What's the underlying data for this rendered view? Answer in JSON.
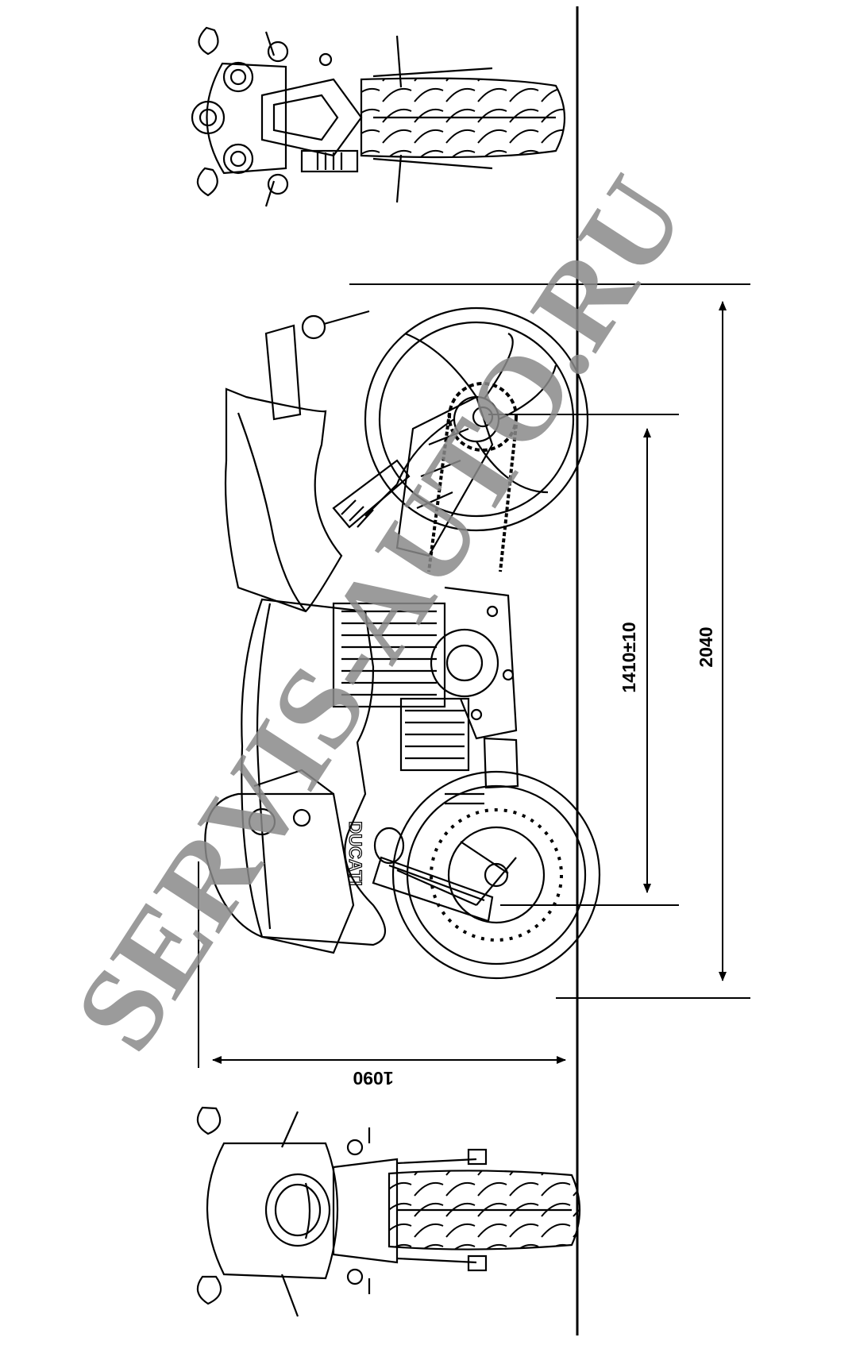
{
  "dimensions": {
    "wheelbase": "1410±10",
    "overall_length": "2040",
    "height": "1090"
  },
  "brand_logo": "DUCATI",
  "watermark": "SERVIS-AUTO.RU",
  "colors": {
    "line": "#000000",
    "watermark": "#8a8a8a",
    "background": "#ffffff"
  }
}
